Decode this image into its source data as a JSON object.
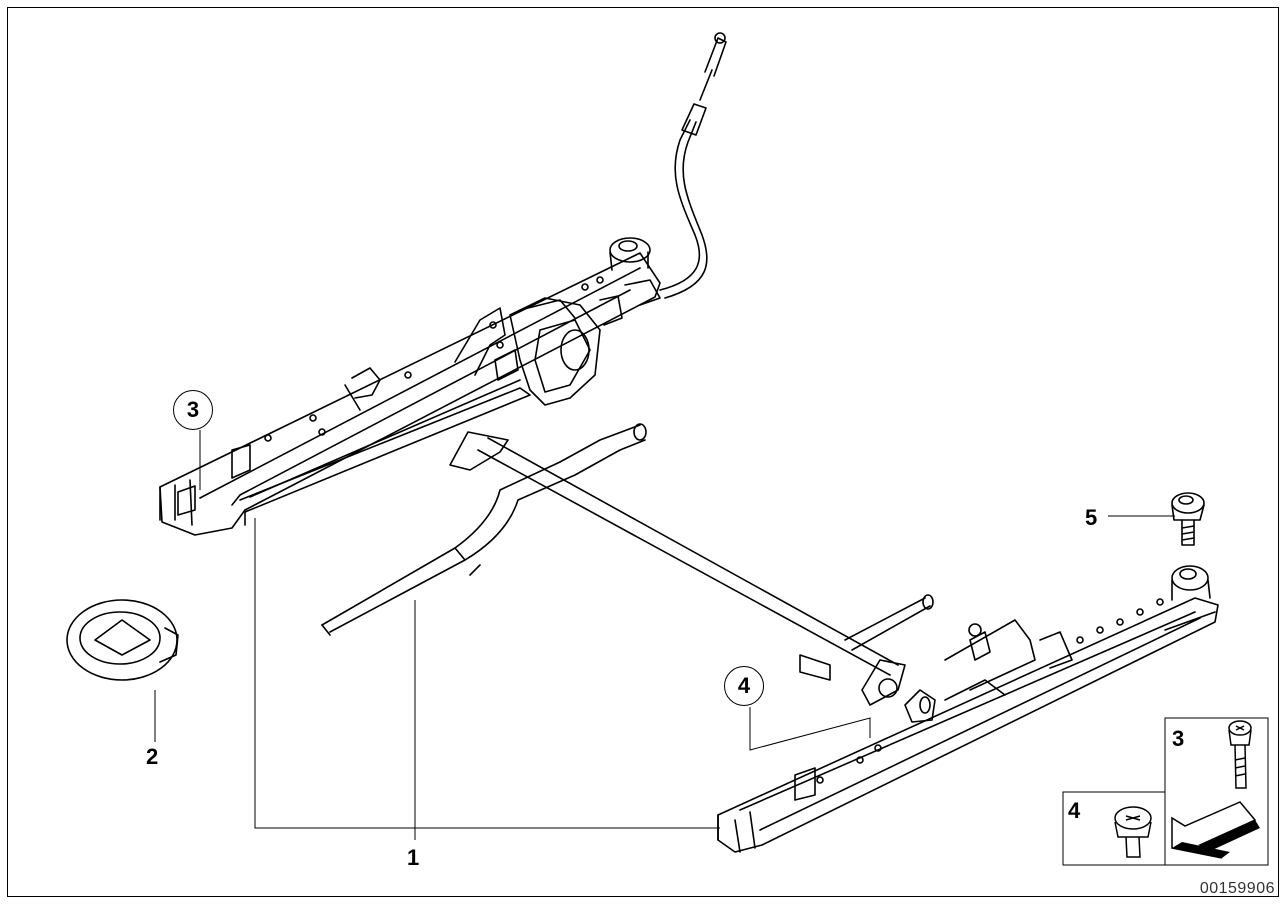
{
  "callouts": {
    "part1": "1",
    "part2": "2",
    "part3": "3",
    "part4": "4",
    "part5": "5"
  },
  "inset": {
    "label_top": "3",
    "label_bottom": "4"
  },
  "reference_number": "00159906",
  "colors": {
    "line": "#000000",
    "background": "#ffffff",
    "arrow_fill": "#000000"
  }
}
